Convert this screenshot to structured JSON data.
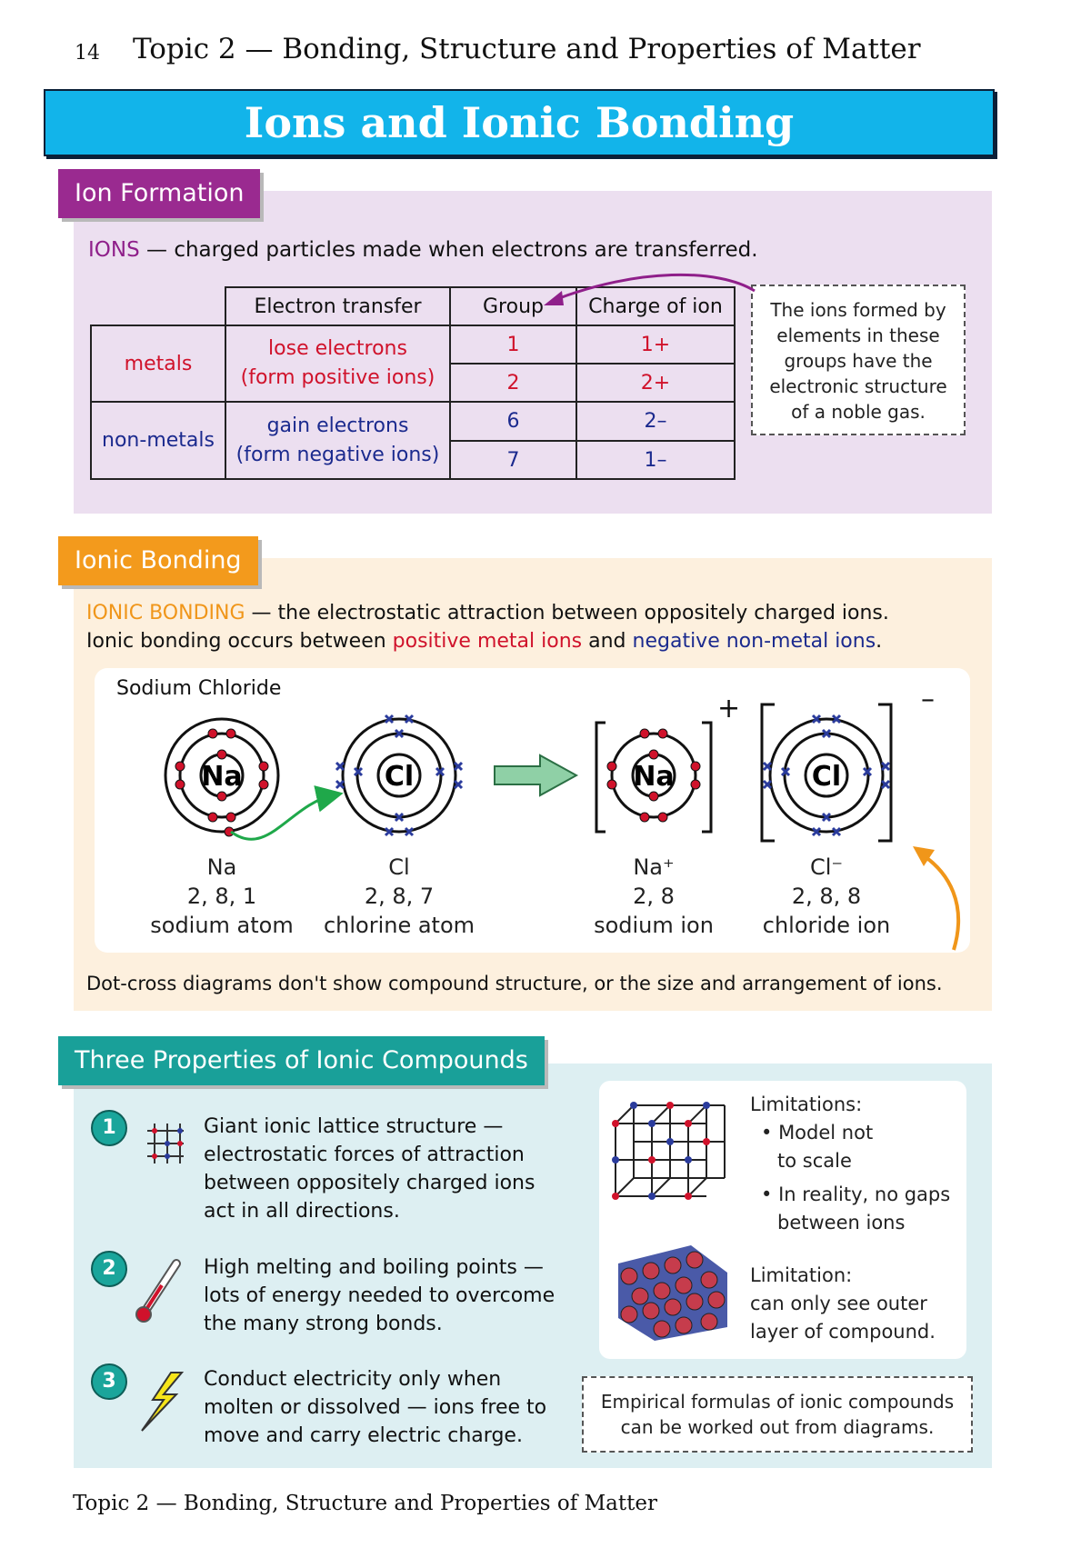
{
  "header": {
    "page_number": "14",
    "topic": "Topic 2 — Bonding, Structure and Properties of Matter"
  },
  "title": "Ions and Ionic Bonding",
  "colors": {
    "title_bg": "#12b4ea",
    "tab_purple": "#9a2a90",
    "tab_orange": "#f39a1c",
    "tab_teal": "#19a099"
  },
  "ion_formation": {
    "tab": "Ion Formation",
    "def_term": "IONS",
    "def_text": "— charged particles made when electrons are transferred.",
    "table": {
      "headers": [
        "Electron transfer",
        "Group",
        "Charge of ion"
      ],
      "metals_label": "metals",
      "metals_transfer_1": "lose electrons",
      "metals_transfer_2": "(form positive ions)",
      "nonmetals_label": "non-metals",
      "nonmetals_transfer_1": "gain electrons",
      "nonmetals_transfer_2": "(form negative ions)",
      "rows": [
        {
          "group": "1",
          "charge": "1+"
        },
        {
          "group": "2",
          "charge": "2+"
        },
        {
          "group": "6",
          "charge": "2–"
        },
        {
          "group": "7",
          "charge": "1–"
        }
      ]
    },
    "note": [
      "The ions formed by",
      "elements in these",
      "groups have the",
      "electronic structure",
      "of a noble gas."
    ]
  },
  "ionic_bonding": {
    "tab": "Ionic Bonding",
    "def_term": "IONIC BONDING",
    "def_text": "— the electrostatic attraction between oppositely charged ions.",
    "line2_a": "Ionic bonding occurs between",
    "line2_pos": "positive metal ions",
    "line2_and": "and",
    "line2_neg": "negative non-metal ions",
    "line2_end": ".",
    "diagram_title": "Sodium Chloride",
    "atoms": [
      {
        "symbol": "Na",
        "name": "Na",
        "config": "2, 8, 1",
        "desc": "sodium atom"
      },
      {
        "symbol": "Cl",
        "name": "Cl",
        "config": "2, 8, 7",
        "desc": "chlorine atom"
      },
      {
        "symbol": "Na",
        "name": "Na⁺",
        "config": "2, 8",
        "desc": "sodium ion",
        "charge": "+"
      },
      {
        "symbol": "Cl",
        "name": "Cl⁻",
        "config": "2, 8, 8",
        "desc": "chloride ion",
        "charge": "–"
      }
    ],
    "footnote": "Dot-cross diagrams don't show compound structure, or the size and arrangement of ions."
  },
  "properties": {
    "tab": "Three Properties of Ionic Compounds",
    "items": [
      {
        "num": "1",
        "lines": [
          "Giant ionic lattice structure —",
          "electrostatic forces of attraction",
          "between oppositely charged ions",
          "act in all directions."
        ]
      },
      {
        "num": "2",
        "lines": [
          "High melting and boiling points —",
          "lots of energy needed to overcome",
          "the many strong bonds."
        ]
      },
      {
        "num": "3",
        "lines": [
          "Conduct electricity only when",
          "molten or dissolved — ions free to",
          "move and carry electric charge."
        ]
      }
    ],
    "model1_title": "Limitations:",
    "model1_bullets": [
      [
        "Model not",
        "to scale"
      ],
      [
        "In reality, no gaps",
        "between ions"
      ]
    ],
    "model2_lines": [
      "Limitation:",
      "can only see outer",
      "layer of compound."
    ],
    "note": [
      "Empirical formulas of ionic compounds",
      "can be worked out from diagrams."
    ]
  },
  "footer": "Topic 2 — Bonding, Structure and Properties of Matter"
}
